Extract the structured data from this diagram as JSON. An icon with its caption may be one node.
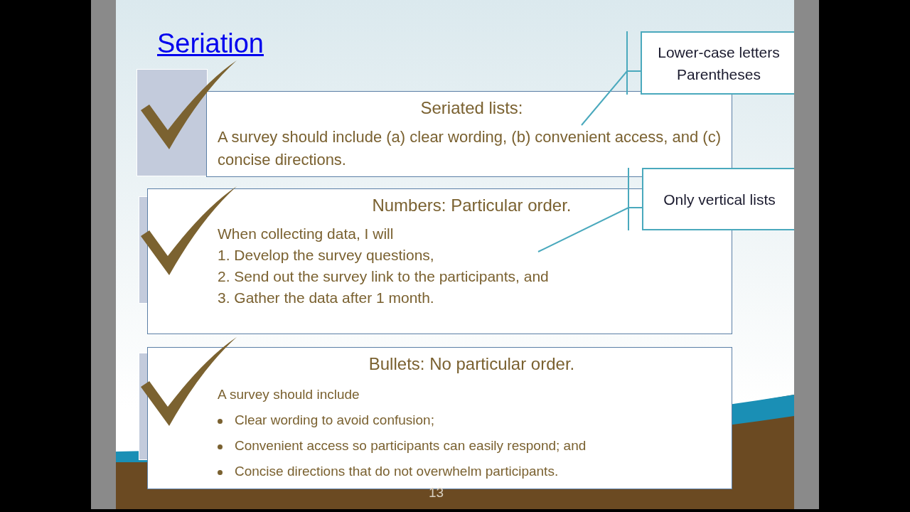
{
  "diagram": {
    "title": "Seriation",
    "nodes": [
      {
        "text": [
          "Seriated lists:",
          "A survey should include (a) clear wording, (b) convenient access, and (c) concise directions."
        ]
      },
      {
        "text": [
          "Numbers: Particular order.",
          "When collecting data, I will",
          "1. Develop the survey questions,",
          "2. Send out the survey link to the participants, and",
          "3. Gather the data after 1 month."
        ]
      },
      {
        "text": [
          "Bullets: No particular order.",
          "A survey should include",
          "Clear wording to avoid confusion;",
          "Convenient access so participants can easily respond; and",
          "Concise directions that do not overwhelm participants."
        ]
      },
      {
        "text": [
          "Lower-case letters",
          "Parentheses"
        ]
      },
      {
        "text": [
          "Only vertical lists"
        ]
      }
    ],
    "edges": [
      {
        "from": 3,
        "to": 0,
        "arrow": "none"
      },
      {
        "from": 4,
        "to": 1,
        "arrow": "none"
      }
    ],
    "labels": [
      "13"
    ]
  }
}
